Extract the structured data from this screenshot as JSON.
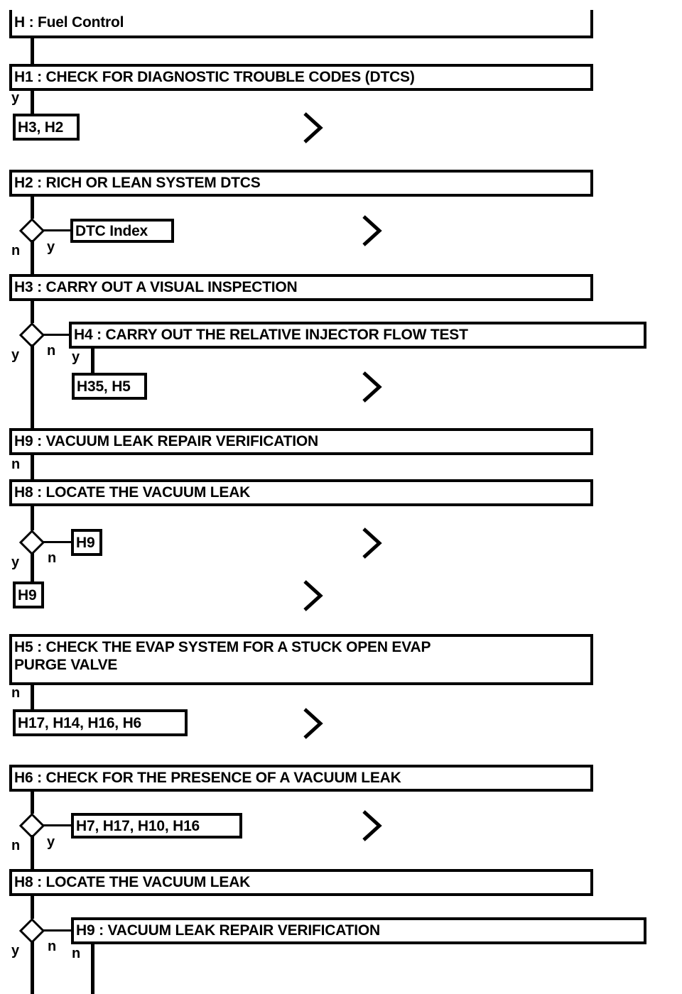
{
  "diagram": {
    "title": "H : Fuel Control",
    "type": "flowchart",
    "description": "Fuel Control diagnostic troubleshooting flowchart",
    "steps": [
      {
        "id": "H",
        "label": "H : Fuel Control"
      },
      {
        "id": "H1",
        "label": "H1 : CHECK FOR DIAGNOSTIC TROUBLE CODES (DTCS)"
      },
      {
        "id": "H2",
        "label": "H2 : RICH OR LEAN SYSTEM DTCS"
      },
      {
        "id": "H3",
        "label": "H3 : CARRY OUT A VISUAL INSPECTION"
      },
      {
        "id": "H4",
        "label": "H4 : CARRY OUT THE RELATIVE INJECTOR FLOW TEST"
      },
      {
        "id": "H9a",
        "label": "H9 : VACUUM LEAK REPAIR VERIFICATION"
      },
      {
        "id": "H8a",
        "label": "H8 : LOCATE THE VACUUM LEAK"
      },
      {
        "id": "H5",
        "label": "H5 : CHECK THE EVAP SYSTEM FOR A STUCK OPEN EVAP\nPURGE VALVE"
      },
      {
        "id": "H6",
        "label": "H6 : CHECK FOR THE PRESENCE OF A VACUUM LEAK"
      },
      {
        "id": "H8b",
        "label": "H8 : LOCATE THE VACUUM LEAK"
      },
      {
        "id": "H9b",
        "label": "H9 : VACUUM LEAK REPAIR VERIFICATION"
      }
    ],
    "refs": [
      {
        "id": "ref-h3-h2",
        "label": "H3, H2"
      },
      {
        "id": "ref-dtc",
        "label": "DTC Index"
      },
      {
        "id": "ref-h35-h5",
        "label": "H35, H5"
      },
      {
        "id": "ref-h9-n",
        "label": "H9"
      },
      {
        "id": "ref-h9-y",
        "label": "H9"
      },
      {
        "id": "ref-h17",
        "label": "H17, H14, H16, H6"
      },
      {
        "id": "ref-h7",
        "label": "H7, H17, H10, H16"
      }
    ],
    "branches": {
      "h1_y": "y",
      "h2_n": "n",
      "h2_y": "y",
      "h3_y": "y",
      "h3_n": "n",
      "h4_y": "y",
      "h9a_n": "n",
      "h8a_y": "y",
      "h8a_n": "n",
      "h5_n": "n",
      "h6_n": "n",
      "h6_y": "y",
      "h8b_y": "y",
      "h8b_n": "n",
      "h9b_n": "n"
    },
    "colors": {
      "line": "#000000",
      "text": "#000000",
      "background": "#ffffff"
    }
  }
}
